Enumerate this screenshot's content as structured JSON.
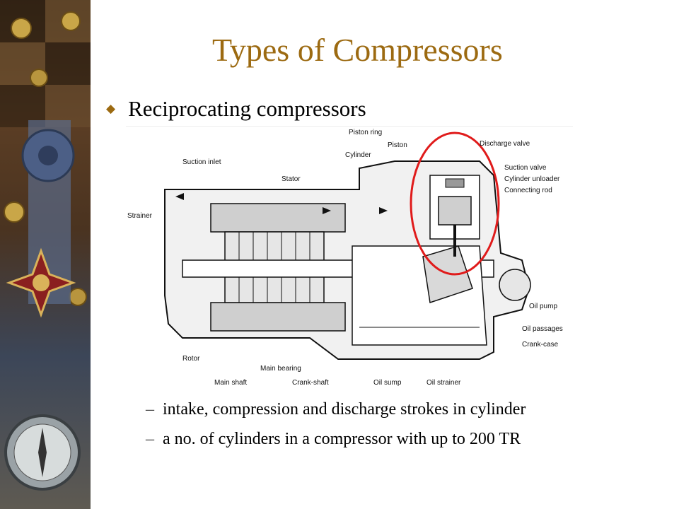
{
  "slide": {
    "title": "Types of Compressors",
    "bullet": "Reciprocating compressors",
    "sub_bullets": [
      "intake, compression and discharge strokes in cylinder",
      "a no. of cylinders in a compressor with up to 200 TR"
    ],
    "sub_bullet_marker": "–"
  },
  "diagram": {
    "labels": {
      "piston_ring": "Piston ring",
      "piston": "Piston",
      "cylinder": "Cylinder",
      "discharge_valve": "Discharge valve",
      "suction_valve": "Suction valve",
      "cylinder_unloader": "Cylinder unloader",
      "connecting_rod": "Connecting rod",
      "suction_inlet": "Suction inlet",
      "stator": "Stator",
      "strainer": "Strainer",
      "oil_pump": "Oil pump",
      "oil_passages": "Oil passages",
      "crank_case": "Crank-case",
      "rotor": "Rotor",
      "main_bearing": "Main bearing",
      "main_shaft": "Main shaft",
      "crank_shaft": "Crank-shaft",
      "oil_sump": "Oil sump",
      "oil_strainer": "Oil strainer"
    },
    "highlight_color": "#e01b1b"
  },
  "colors": {
    "title": "#9c6a11",
    "bullet_icon": "#9c6a11"
  }
}
